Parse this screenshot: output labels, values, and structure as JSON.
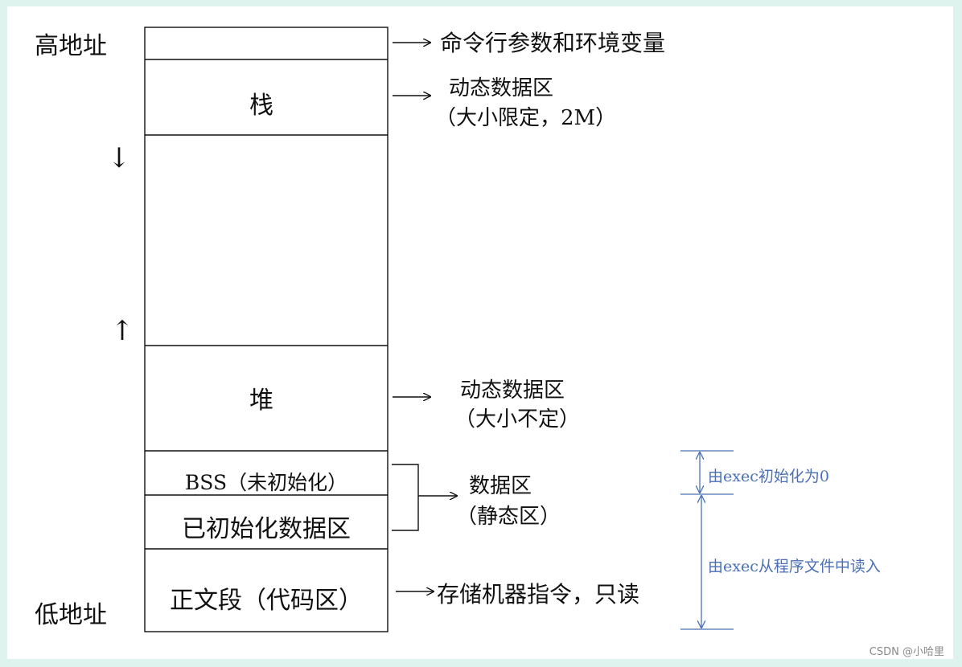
{
  "address_labels": {
    "high": "高地址",
    "low": "低地址"
  },
  "segments": [
    {
      "id": "cmdline",
      "label": "",
      "annotation": [
        "命令行参数和环境变量"
      ]
    },
    {
      "id": "stack",
      "label": "栈",
      "annotation": [
        "动态数据区",
        "（大小限定，2M）"
      ]
    },
    {
      "id": "free",
      "label": "",
      "annotation": []
    },
    {
      "id": "heap",
      "label": "堆",
      "annotation": [
        "动态数据区",
        "（大小不定）"
      ]
    },
    {
      "id": "bss",
      "label": "BSS（未初始化）",
      "annotation": []
    },
    {
      "id": "data",
      "label": "已初始化数据区",
      "annotation": []
    },
    {
      "id": "text",
      "label": "正文段（代码区）",
      "annotation": [
        "存储机器指令，只读"
      ]
    }
  ],
  "data_group_annotation": [
    "数据区",
    "（静态区）"
  ],
  "growth_arrows": {
    "down": "↓",
    "up": "↑"
  },
  "side_notes": {
    "bss_init": "由exec初始化为0",
    "read_from_file": "由exec从程序文件中读入"
  },
  "watermark": "CSDN @小哈里",
  "colors": {
    "background": "#dff3ee",
    "note_blue": "#4a6fb5",
    "line": "#111111"
  }
}
